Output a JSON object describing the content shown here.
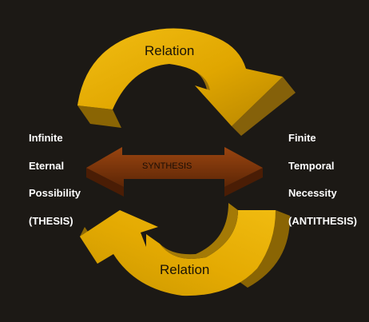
{
  "diagram": {
    "relation_top": "Relation",
    "relation_bottom": "Relation",
    "synthesis": "SYNTHESIS",
    "left_items": [
      "Infinite",
      "Eternal",
      "Possibility",
      "(THESIS)"
    ],
    "right_items": [
      "Finite",
      "Temporal",
      "Necessity",
      "(ANTITHESIS)"
    ]
  },
  "colors": {
    "background": "#1c1915",
    "arrow_face": "#dca400",
    "arrow_side": "#8f6a04",
    "synthesis_arrow": "#7a3308",
    "side_text": "#ffffff"
  }
}
